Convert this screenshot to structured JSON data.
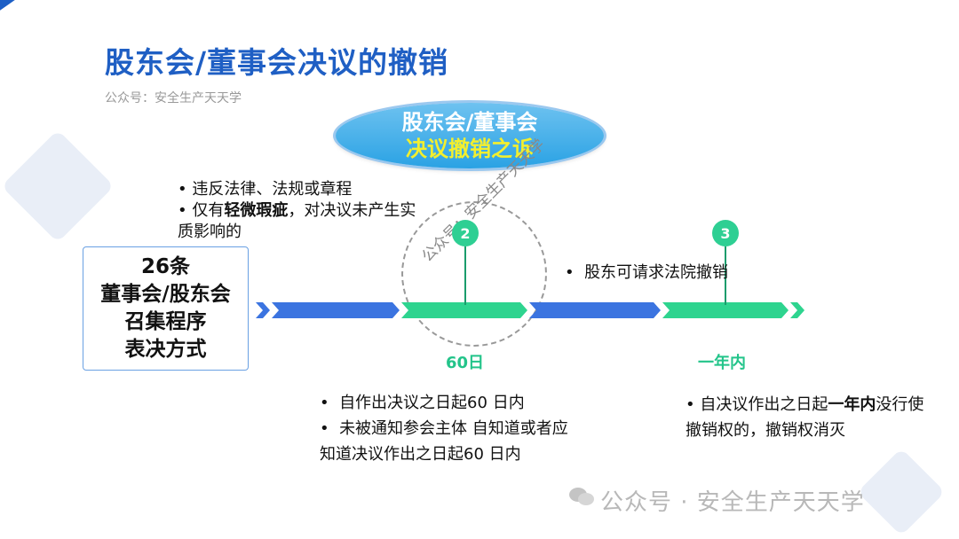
{
  "title": "股东会/董事会决议的撤销",
  "subtitle": "公众号：安全生产天天学",
  "oval": {
    "line1": "股东会/董事会",
    "line2": "决议撤销之诉"
  },
  "left_bullets": [
    "违反法律、法规或章程",
    "仅有",
    "轻微瑕疵",
    "，对决议未产生实质影响的"
  ],
  "box_lines": [
    "26条",
    "董事会/股东会",
    "召集程序",
    "表决方式"
  ],
  "seal_text": "公众号：安全生产天天学",
  "markers": {
    "m2": "2",
    "m3": "3"
  },
  "timeline_labels": {
    "l60": "60日",
    "year": "一年内"
  },
  "right_top_bullet": "股东可请求法院撤销",
  "bottom_middle": {
    "b1": "自作出决议之日起60 日内",
    "b2": "未被通知参会主体 自知道或者应",
    "b2_cont": "知道决议作出之日起60 日内"
  },
  "bottom_right": {
    "pre": "自决议作出之日起",
    "bold": "一年内",
    "post": "没行使撤销权的，撤销权消灭"
  },
  "watermark": "公众号 · 安全生产天天学",
  "colors": {
    "title": "#1f5fc4",
    "arrow_blue": "#3b74e0",
    "arrow_green": "#2ed48f",
    "yellow": "#f3ef2e"
  }
}
